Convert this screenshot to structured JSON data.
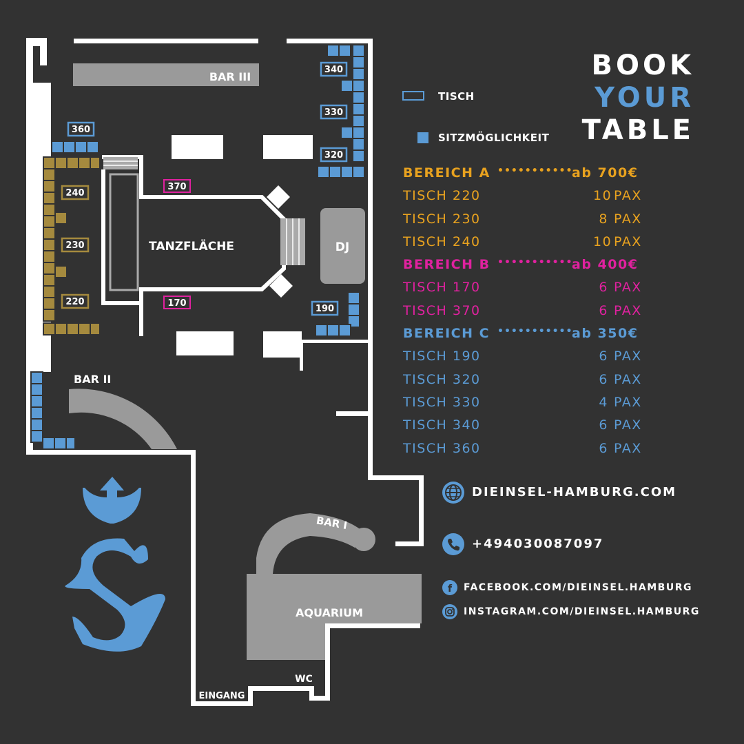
{
  "title": {
    "line1": "BOOK",
    "line2": "YOUR",
    "line3": "TABLE"
  },
  "legend": {
    "tisch": "TISCH",
    "sitz": "SITZMÖGLICHKEIT"
  },
  "floor_plan": {
    "bar3": "BAR III",
    "bar2": "BAR II",
    "bar1": "BAR I",
    "dancefloor": "TANZFLÄCHE",
    "dj": "DJ",
    "aquarium": "AQUARIUM",
    "wc": "WC",
    "entrance": "EINGANG"
  },
  "tables": {
    "t340": "340",
    "t330": "330",
    "t320": "320",
    "t360": "360",
    "t240": "240",
    "t230": "230",
    "t220": "220",
    "t370": "370",
    "t170": "170",
    "t190": "190"
  },
  "prices": {
    "areaA": {
      "label": "BEREICH A",
      "dots": "•••••••••••",
      "price": "ab 700€",
      "rows": [
        {
          "name": "TISCH 220",
          "num": "10",
          "pax": "PAX"
        },
        {
          "name": "TISCH 230",
          "num": "8",
          "pax": "PAX"
        },
        {
          "name": "TISCH 240",
          "num": "10",
          "pax": "PAX"
        }
      ]
    },
    "areaB": {
      "label": "BEREICH B",
      "dots": "•••••••••••",
      "price": "ab 400€",
      "rows": [
        {
          "name": "TISCH 170",
          "num": "6",
          "pax": "PAX"
        },
        {
          "name": "TISCH 370",
          "num": "6",
          "pax": "PAX"
        }
      ]
    },
    "areaC": {
      "label": "BEREICH C",
      "dots": "•••••••••••",
      "price": "ab 350€",
      "rows": [
        {
          "name": "TISCH 190",
          "num": "6",
          "pax": "PAX"
        },
        {
          "name": "TISCH 320",
          "num": "6",
          "pax": "PAX"
        },
        {
          "name": "TISCH 330",
          "num": "4",
          "pax": "PAX"
        },
        {
          "name": "TISCH 340",
          "num": "6",
          "pax": "PAX"
        },
        {
          "name": "TISCH 360",
          "num": "6",
          "pax": "PAX"
        }
      ]
    }
  },
  "contact": {
    "website": "DIEINSEL-HAMBURG.COM",
    "phone": "+494030087097",
    "facebook": "FACEBOOK.COM/DIEINSEL.HAMBURG",
    "instagram": "INSTAGRAM.COM/DIEINSEL.HAMBURG"
  },
  "colors": {
    "background": "#323232",
    "areaA": "#e8a21f",
    "areaB": "#e0219f",
    "areaC": "#5b9bd5",
    "fixture": "#9a9a9a"
  },
  "icons": {
    "web": "globe-icon",
    "phone": "phone-icon",
    "facebook": "facebook-icon",
    "instagram": "instagram-icon",
    "logo": "trident-s-logo"
  }
}
